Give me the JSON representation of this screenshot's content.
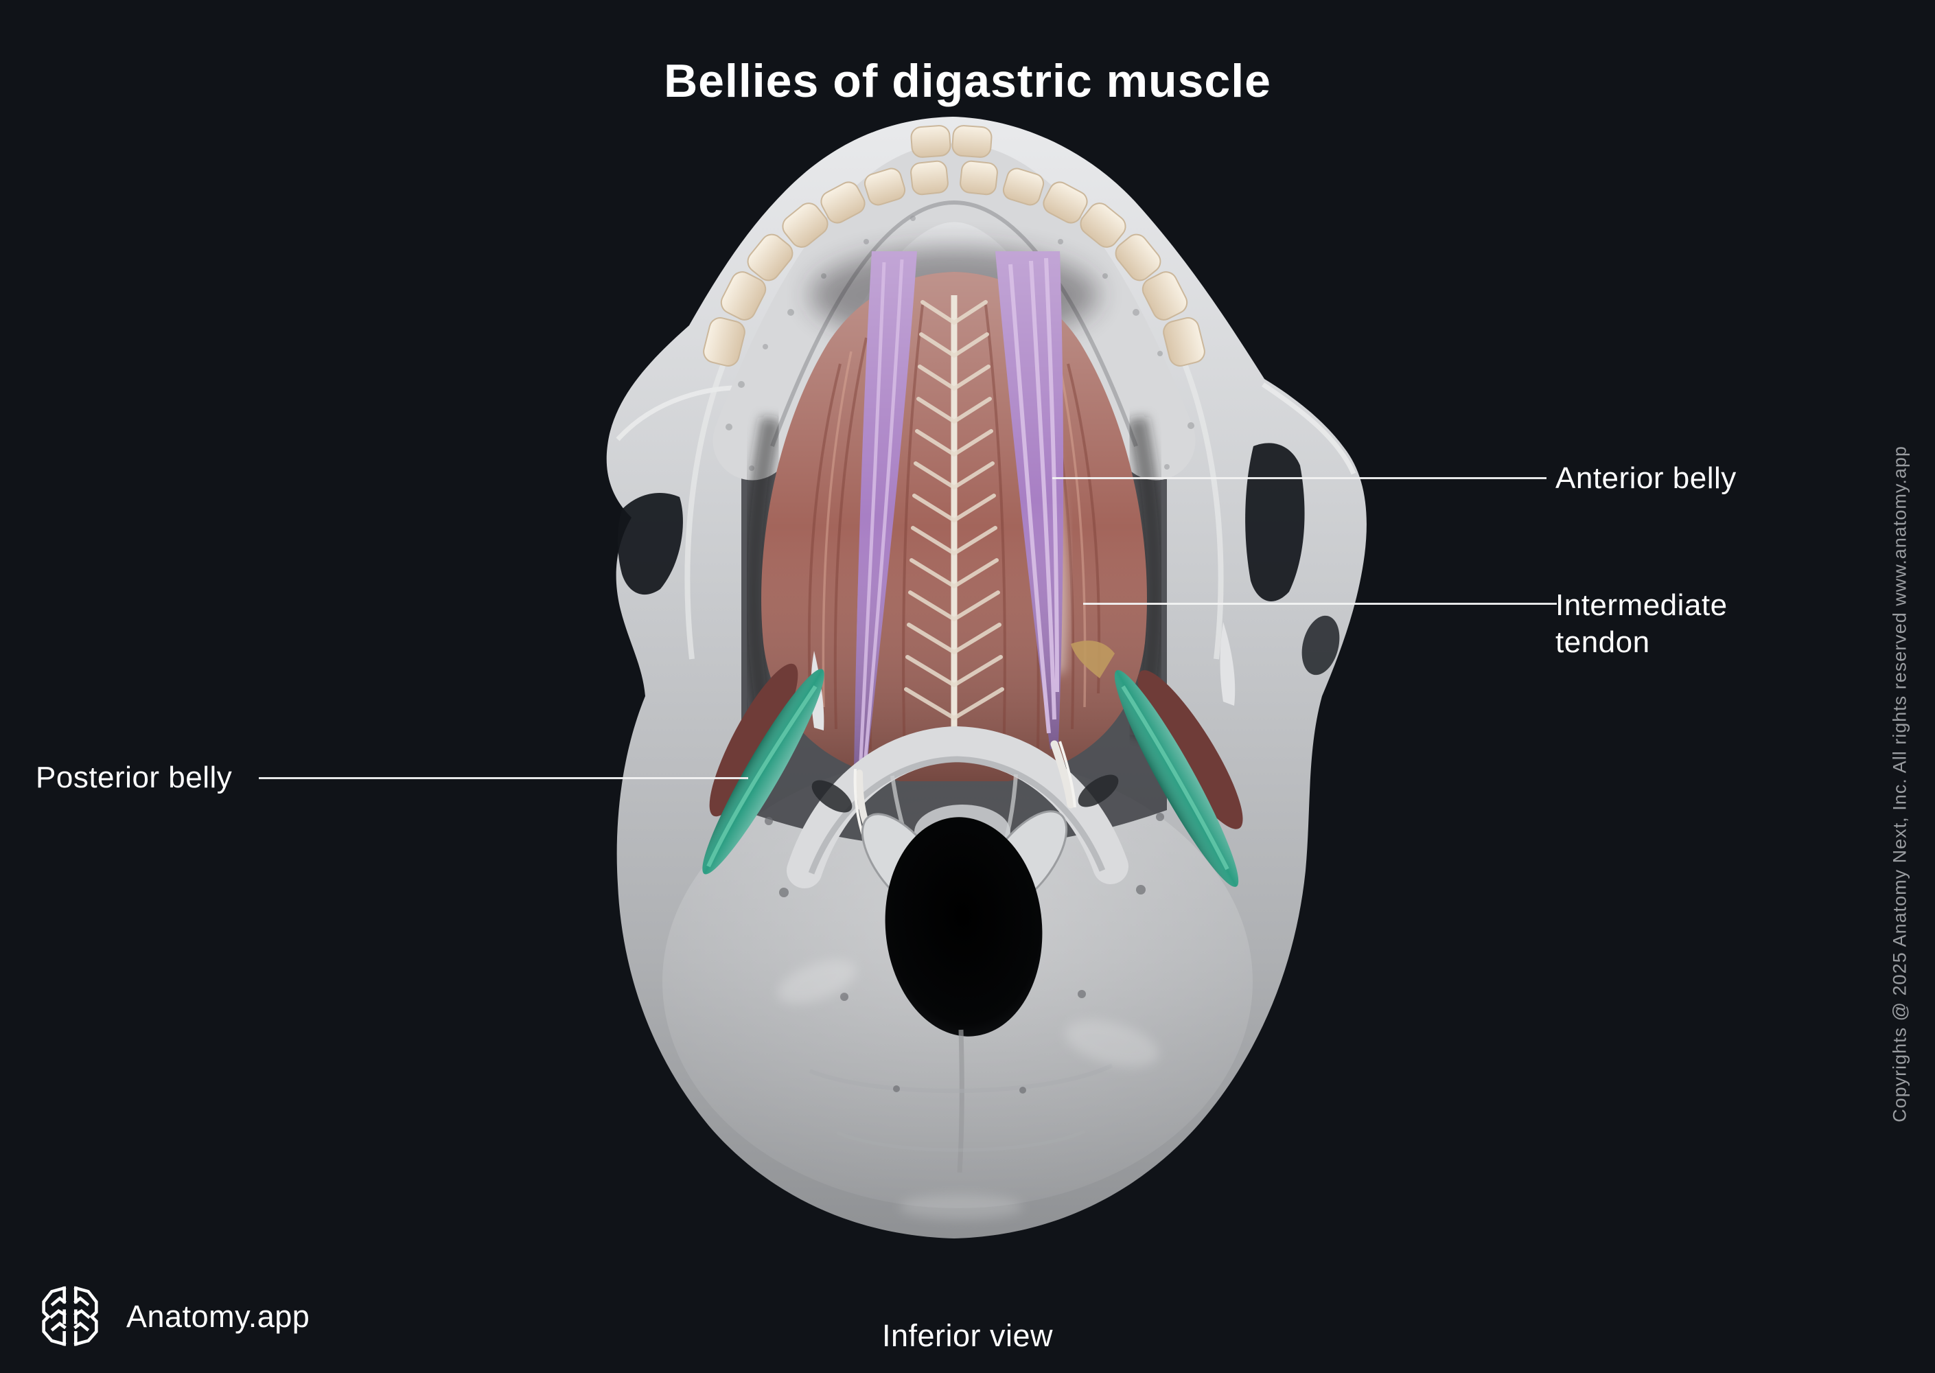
{
  "title": "Bellies of digastric muscle",
  "labels": {
    "anterior_belly": "Anterior belly",
    "intermediate_tendon": "Intermediate tendon",
    "posterior_belly": "Posterior belly"
  },
  "footer": {
    "brand": "Anatomy.app",
    "view": "Inferior view"
  },
  "copyright": "Copyrights @ 2025 Anatomy Next, Inc. All rights reserved www.anatomy.app",
  "illustration": {
    "subject": "Human skull, inferior view, with bellies of the digastric muscle highlighted"
  },
  "colors": {
    "background": "#101318",
    "label_text": "#ffffff",
    "leader_line": "#f2f2f2",
    "copyright_text": "#9a9da1",
    "anterior_belly": "#a87fc4",
    "posterior_belly": "#2b9d82",
    "mylohyoid": "#a3655b",
    "bone_light": "#dcdde0",
    "bone_mid": "#b5b7ba",
    "bone_dark": "#8a8c8f",
    "teeth": "#eee2cf",
    "foramen": "#07080a"
  }
}
